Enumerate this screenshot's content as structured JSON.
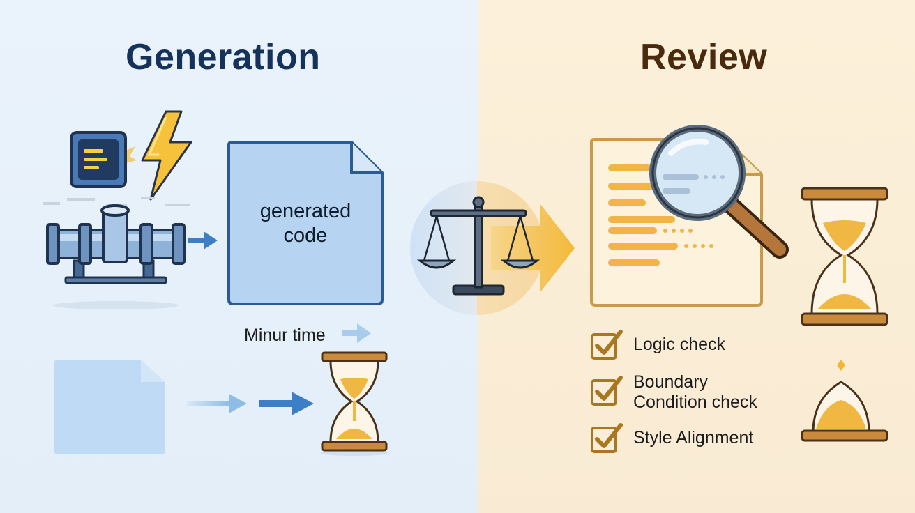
{
  "generation": {
    "title": "Generation",
    "doc_text_line1": "generated",
    "doc_text_line2": "code",
    "time_label": "Minur time"
  },
  "review": {
    "title": "Review",
    "checks": [
      {
        "line1": "Logic check",
        "line2": ""
      },
      {
        "line1": "Boundary",
        "line2": "Condition check"
      },
      {
        "line1": "Style Alignment",
        "line2": ""
      }
    ]
  },
  "colors": {
    "generation_bg": "#e6f0fa",
    "review_bg": "#fbeed8",
    "generation_title": "#15325a",
    "review_title": "#4a2a0e",
    "accent_blue": "#3d7fc4",
    "accent_gold": "#f2b632",
    "sand": "#f0b743"
  },
  "icons": [
    "chip-icon",
    "lightning-icon",
    "pipeline-icon",
    "arrow-right-icon",
    "document-icon",
    "scales-icon",
    "magnifier-icon",
    "hourglass-icon",
    "checkbox-icon"
  ]
}
